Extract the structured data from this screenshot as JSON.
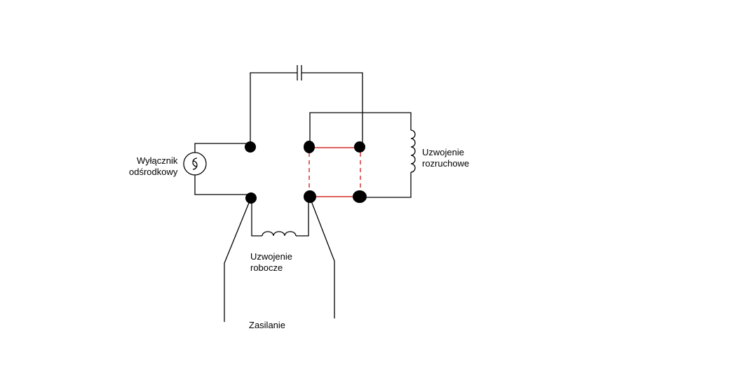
{
  "labels": {
    "switch_line1": "Wyłącznik",
    "switch_line2": "odśrodkowy",
    "start_winding_line1": "Uzwojenie",
    "start_winding_line2": "rozruchowe",
    "run_winding_line1": "Uzwojenie",
    "run_winding_line2": "robocze",
    "supply": "Zasilanie"
  },
  "colors": {
    "wire": "#000000",
    "terminal": "#000000",
    "bridge": "#cc0000",
    "background": "#ffffff"
  }
}
